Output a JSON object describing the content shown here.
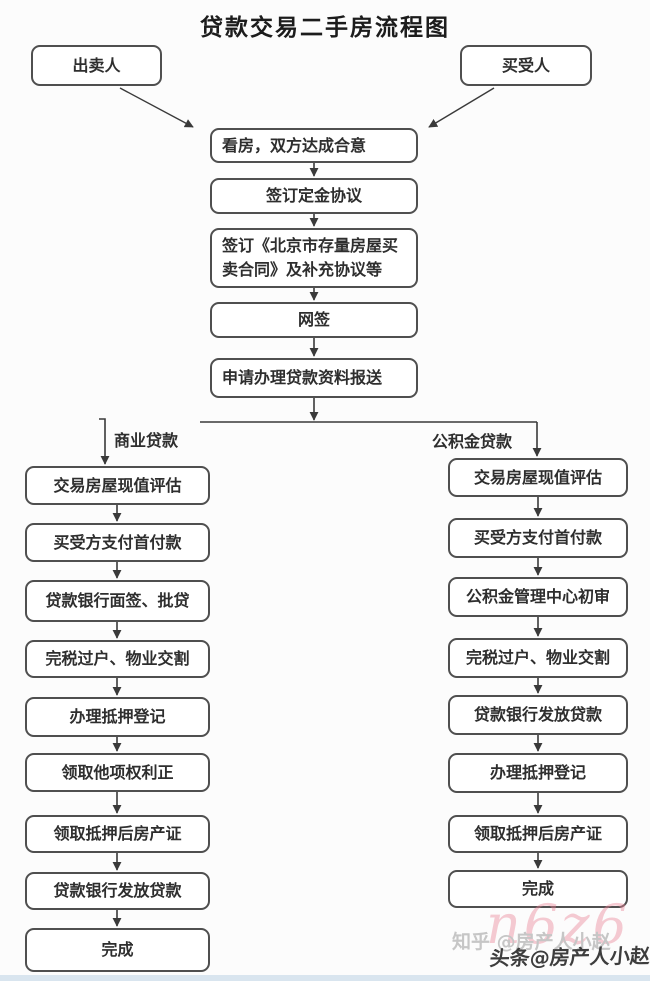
{
  "title": "贷款交易二手房流程图",
  "actors": {
    "seller": "出卖人",
    "buyer": "买受人"
  },
  "main_flow": [
    "看房，双方达成合意",
    "签订定金协议",
    "签订《北京市存量房屋买卖合同》及补充协议等",
    "网签",
    "申请办理贷款资料报送"
  ],
  "branches": {
    "commercial": {
      "label": "商业贷款",
      "steps": [
        "交易房屋现值评估",
        "买受方支付首付款",
        "贷款银行面签、批贷",
        "完税过户、物业交割",
        "办理抵押登记",
        "领取他项权利正",
        "领取抵押后房产证",
        "贷款银行发放贷款",
        "完成"
      ]
    },
    "provident": {
      "label": "公积金贷款",
      "steps": [
        "交易房屋现值评估",
        "买受方支付首付款",
        "公积金管理中心初审",
        "完税过户、物业交割",
        "贷款银行发放贷款",
        "办理抵押登记",
        "领取抵押后房产证",
        "完成"
      ]
    }
  },
  "watermarks": {
    "pink": "n6z6",
    "zhihu": "知乎 @房产人小赵",
    "toutiao": "头条@房产人小赵"
  },
  "colors": {
    "box_border": "#4f4f4f",
    "line": "#3a3a3a",
    "text": "#2e2e2e",
    "watermark_pink": "#e98296",
    "watermark_gray": "#c6c6c6",
    "bottom_strip": "#d9e5ef",
    "background": "#fcfcfc"
  }
}
